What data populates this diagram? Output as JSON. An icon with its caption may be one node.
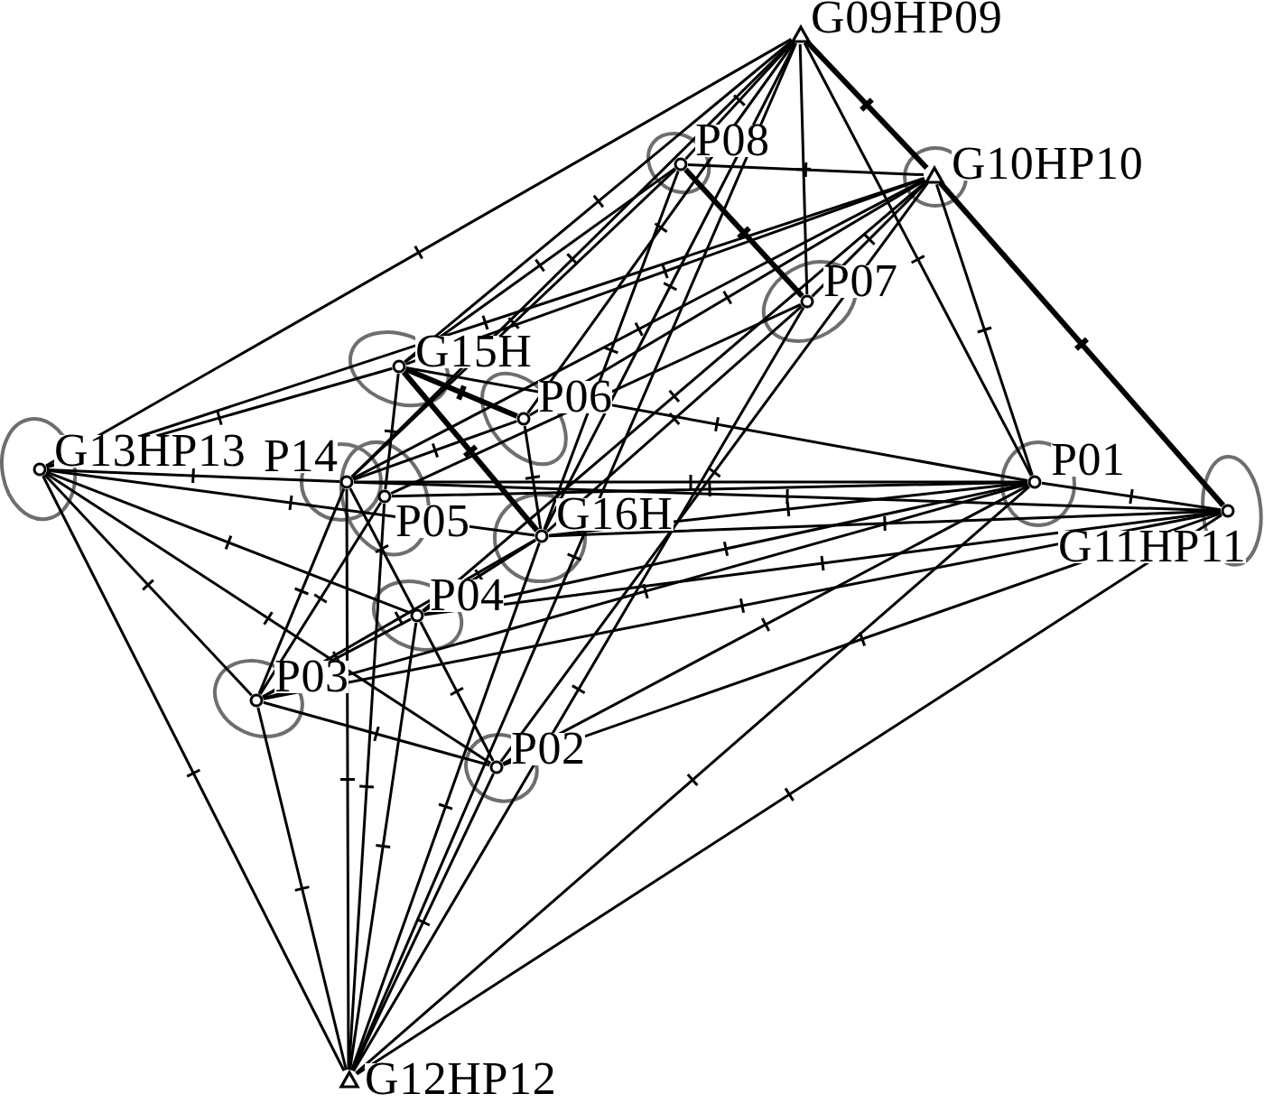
{
  "diagram": {
    "nodes": [
      {
        "text": [],
        "shape": "triangle",
        "beside": [
          "G09HP09"
        ]
      },
      {
        "text": [],
        "shape": "circle",
        "beside": [
          "P08"
        ]
      },
      {
        "text": [],
        "shape": "triangle",
        "beside": [
          "G10HP10"
        ]
      },
      {
        "text": [],
        "shape": "circle",
        "beside": [
          "P07"
        ]
      },
      {
        "text": [],
        "shape": "circle",
        "beside": [
          "G15H"
        ]
      },
      {
        "text": [],
        "shape": "circle",
        "beside": [
          "P06"
        ]
      },
      {
        "text": [],
        "shape": "circle",
        "beside": [
          "G13HP13"
        ]
      },
      {
        "text": [],
        "shape": "circle",
        "beside": [
          "P14"
        ]
      },
      {
        "text": [],
        "shape": "circle",
        "beside": [
          "P01"
        ]
      },
      {
        "text": [],
        "shape": "circle",
        "beside": [
          "P05"
        ]
      },
      {
        "text": [],
        "shape": "circle",
        "beside": [
          "G16H"
        ]
      },
      {
        "text": [],
        "shape": "circle",
        "beside": [
          "G11HP11"
        ]
      },
      {
        "text": [],
        "shape": "circle",
        "beside": [
          "P04"
        ]
      },
      {
        "text": [],
        "shape": "circle",
        "beside": [
          "P03"
        ]
      },
      {
        "text": [],
        "shape": "circle",
        "beside": [
          "P02"
        ]
      },
      {
        "text": [],
        "shape": "triangle",
        "beside": [
          "G12HP12"
        ]
      }
    ],
    "edges": [
      {
        "from": 0,
        "to": 6,
        "arrow": "none"
      },
      {
        "from": 0,
        "to": 2,
        "arrow": "none",
        "style": "thick"
      },
      {
        "from": 0,
        "to": 3,
        "arrow": "none"
      },
      {
        "from": 0,
        "to": 8,
        "arrow": "none"
      },
      {
        "from": 0,
        "to": 1,
        "arrow": "none"
      },
      {
        "from": 0,
        "to": 4,
        "arrow": "none"
      },
      {
        "from": 0,
        "to": 7,
        "arrow": "none"
      },
      {
        "from": 0,
        "to": 5,
        "arrow": "none"
      },
      {
        "from": 0,
        "to": 10,
        "arrow": "none"
      },
      {
        "from": 0,
        "to": 15,
        "arrow": "none"
      },
      {
        "from": 1,
        "to": 2,
        "arrow": "none"
      },
      {
        "from": 1,
        "to": 3,
        "arrow": "none",
        "style": "thick"
      },
      {
        "from": 1,
        "to": 4,
        "arrow": "none"
      },
      {
        "from": 1,
        "to": 7,
        "arrow": "none"
      },
      {
        "from": 1,
        "to": 10,
        "arrow": "none"
      },
      {
        "from": 2,
        "to": 11,
        "arrow": "none",
        "style": "thick"
      },
      {
        "from": 2,
        "to": 8,
        "arrow": "none"
      },
      {
        "from": 2,
        "to": 6,
        "arrow": "none"
      },
      {
        "from": 2,
        "to": 3,
        "arrow": "none"
      },
      {
        "from": 2,
        "to": 4,
        "arrow": "none"
      },
      {
        "from": 2,
        "to": 5,
        "arrow": "none"
      },
      {
        "from": 2,
        "to": 7,
        "arrow": "none"
      },
      {
        "from": 2,
        "to": 12,
        "arrow": "none"
      },
      {
        "from": 2,
        "to": 14,
        "arrow": "none"
      },
      {
        "from": 3,
        "to": 15,
        "arrow": "none"
      },
      {
        "from": 3,
        "to": 10,
        "arrow": "none"
      },
      {
        "from": 3,
        "to": 9,
        "arrow": "none"
      },
      {
        "from": 4,
        "to": 6,
        "arrow": "none"
      },
      {
        "from": 4,
        "to": 5,
        "arrow": "none",
        "style": "thick"
      },
      {
        "from": 4,
        "to": 10,
        "arrow": "none",
        "style": "thick"
      },
      {
        "from": 4,
        "to": 9,
        "arrow": "none"
      },
      {
        "from": 4,
        "to": 8,
        "arrow": "none"
      },
      {
        "from": 5,
        "to": 7,
        "arrow": "none"
      },
      {
        "from": 5,
        "to": 10,
        "arrow": "none"
      },
      {
        "from": 6,
        "to": 7,
        "arrow": "none"
      },
      {
        "from": 6,
        "to": 10,
        "arrow": "none"
      },
      {
        "from": 6,
        "to": 12,
        "arrow": "none"
      },
      {
        "from": 6,
        "to": 13,
        "arrow": "none"
      },
      {
        "from": 6,
        "to": 14,
        "arrow": "none"
      },
      {
        "from": 6,
        "to": 15,
        "arrow": "none"
      },
      {
        "from": 7,
        "to": 8,
        "arrow": "none"
      },
      {
        "from": 7,
        "to": 11,
        "arrow": "none"
      },
      {
        "from": 7,
        "to": 12,
        "arrow": "none"
      },
      {
        "from": 7,
        "to": 13,
        "arrow": "none"
      },
      {
        "from": 7,
        "to": 15,
        "arrow": "none"
      },
      {
        "from": 8,
        "to": 11,
        "arrow": "none"
      },
      {
        "from": 8,
        "to": 10,
        "arrow": "none"
      },
      {
        "from": 8,
        "to": 9,
        "arrow": "none"
      },
      {
        "from": 8,
        "to": 12,
        "arrow": "none"
      },
      {
        "from": 8,
        "to": 13,
        "arrow": "none"
      },
      {
        "from": 8,
        "to": 14,
        "arrow": "none"
      },
      {
        "from": 8,
        "to": 15,
        "arrow": "none"
      },
      {
        "from": 9,
        "to": 13,
        "arrow": "none"
      },
      {
        "from": 9,
        "to": 15,
        "arrow": "none"
      },
      {
        "from": 10,
        "to": 11,
        "arrow": "none"
      },
      {
        "from": 10,
        "to": 13,
        "arrow": "none"
      },
      {
        "from": 10,
        "to": 12,
        "arrow": "none"
      },
      {
        "from": 10,
        "to": 15,
        "arrow": "none"
      },
      {
        "from": 11,
        "to": 13,
        "arrow": "none"
      },
      {
        "from": 11,
        "to": 12,
        "arrow": "none"
      },
      {
        "from": 11,
        "to": 14,
        "arrow": "none"
      },
      {
        "from": 11,
        "to": 15,
        "arrow": "none"
      },
      {
        "from": 12,
        "to": 13,
        "arrow": "none"
      },
      {
        "from": 12,
        "to": 14,
        "arrow": "none"
      },
      {
        "from": 12,
        "to": 15,
        "arrow": "none"
      },
      {
        "from": 13,
        "to": 14,
        "arrow": "none"
      },
      {
        "from": 13,
        "to": 15,
        "arrow": "none"
      },
      {
        "from": 14,
        "to": 15,
        "arrow": "none"
      }
    ]
  }
}
